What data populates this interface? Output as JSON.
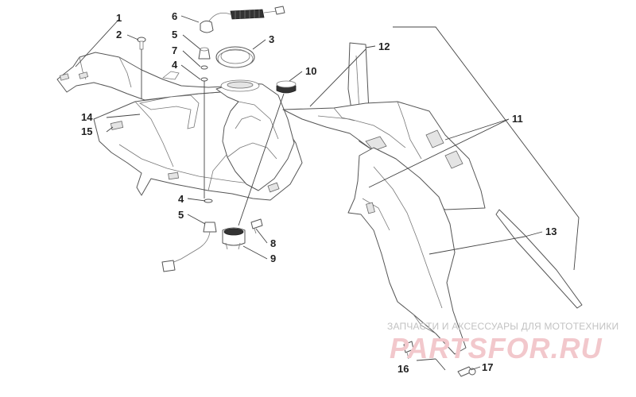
{
  "callouts": [
    {
      "id": "1",
      "label": "1"
    },
    {
      "id": "2",
      "label": "2"
    },
    {
      "id": "3",
      "label": "3"
    },
    {
      "id": "4a",
      "label": "4"
    },
    {
      "id": "4b",
      "label": "4"
    },
    {
      "id": "5a",
      "label": "5"
    },
    {
      "id": "5b",
      "label": "5"
    },
    {
      "id": "6",
      "label": "6"
    },
    {
      "id": "7",
      "label": "7"
    },
    {
      "id": "8",
      "label": "8"
    },
    {
      "id": "9",
      "label": "9"
    },
    {
      "id": "10",
      "label": "10"
    },
    {
      "id": "11",
      "label": "11"
    },
    {
      "id": "12",
      "label": "12"
    },
    {
      "id": "13",
      "label": "13"
    },
    {
      "id": "14",
      "label": "14"
    },
    {
      "id": "15",
      "label": "15"
    },
    {
      "id": "16",
      "label": "16"
    },
    {
      "id": "17",
      "label": "17"
    }
  ],
  "watermark": {
    "caption": "ЗАПЧАСТИ И АКСЕССУАРЫ ДЛЯ МОТОТЕХНИКИ",
    "logo": "PARTSFOR.RU"
  },
  "colors": {
    "line": "#555555",
    "watermark_text": "#c2c2c2",
    "watermark_logo": "#f2c8cc"
  }
}
